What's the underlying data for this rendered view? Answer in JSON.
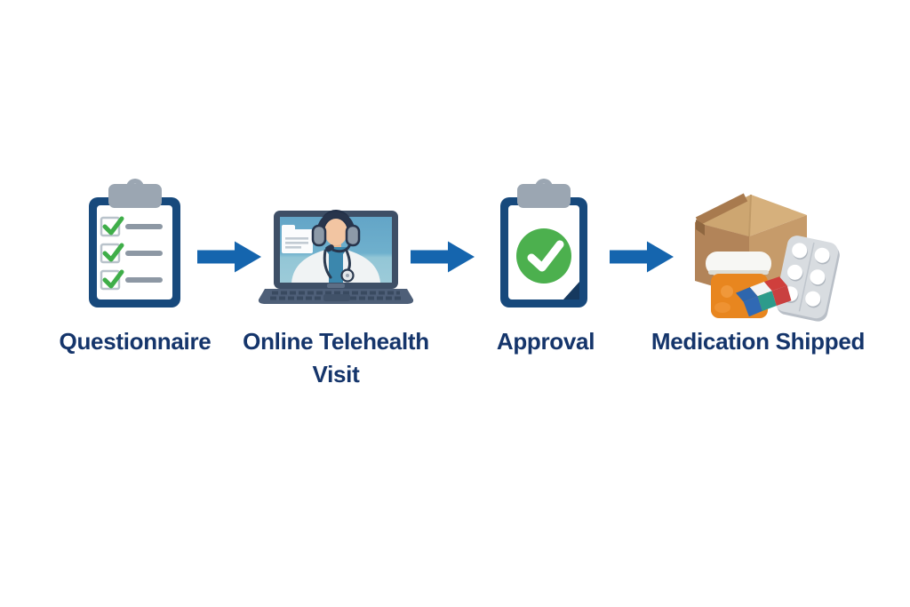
{
  "flow": {
    "type": "horizontal-process-flow",
    "connector": "arrow-right",
    "steps": [
      {
        "label": "Questionnaire",
        "icon": "clipboard-checklist-icon"
      },
      {
        "label": "Online Telehealth Visit",
        "icon": "laptop-telehealth-doctor-icon"
      },
      {
        "label": "Approval",
        "icon": "clipboard-approved-icon"
      },
      {
        "label": "Medication Shipped",
        "icon": "medication-package-icon"
      }
    ]
  },
  "colors": {
    "background": "#ffffff",
    "label_text": "#15356b",
    "arrow_blue": "#1565ae",
    "clipboard_navy": "#17497c",
    "clip_gray": "#9ba6b2",
    "checkbox_green": "#3fae49",
    "approval_circle_green": "#4cb04e",
    "laptop_bezel": "#3e4f66",
    "laptop_base": "#4e5f78",
    "screen_blue": "#6aadcb",
    "doctor_coat": "#f0f3f4",
    "doctor_shirt": "#3b87ad",
    "skin": "#f2c5a2",
    "box_brown_left": "#b28459",
    "box_brown_right": "#c69b6a",
    "box_brown_top": "#d6b07c",
    "bottle_orange": "#e8861f",
    "bottle_cap_white": "#f7f7f4",
    "blister_gray": "#d8dce0",
    "med_box_blue": "#2e66ad",
    "med_box_red": "#cf3f3c",
    "med_box_teal": "#2d9b8b"
  }
}
